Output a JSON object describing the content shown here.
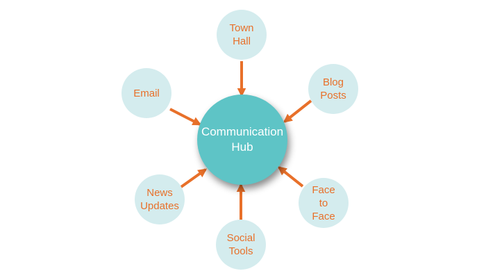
{
  "hub": {
    "label": "Communication\nHub"
  },
  "spokes": {
    "town_hall": {
      "label": "Town\nHall"
    },
    "email": {
      "label": "Email"
    },
    "blog_posts": {
      "label": "Blog\nPosts"
    },
    "news_updates": {
      "label": "News\nUpdates"
    },
    "social_tools": {
      "label": "Social\nTools"
    },
    "face_to_face": {
      "label": "Face\nto\nFace"
    }
  },
  "colors": {
    "hub_fill": "#5ec4c6",
    "hub_text": "#ffffff",
    "spoke_fill": "#d4ecee",
    "spoke_text": "#e8702a",
    "arrow": "#e8702a"
  }
}
